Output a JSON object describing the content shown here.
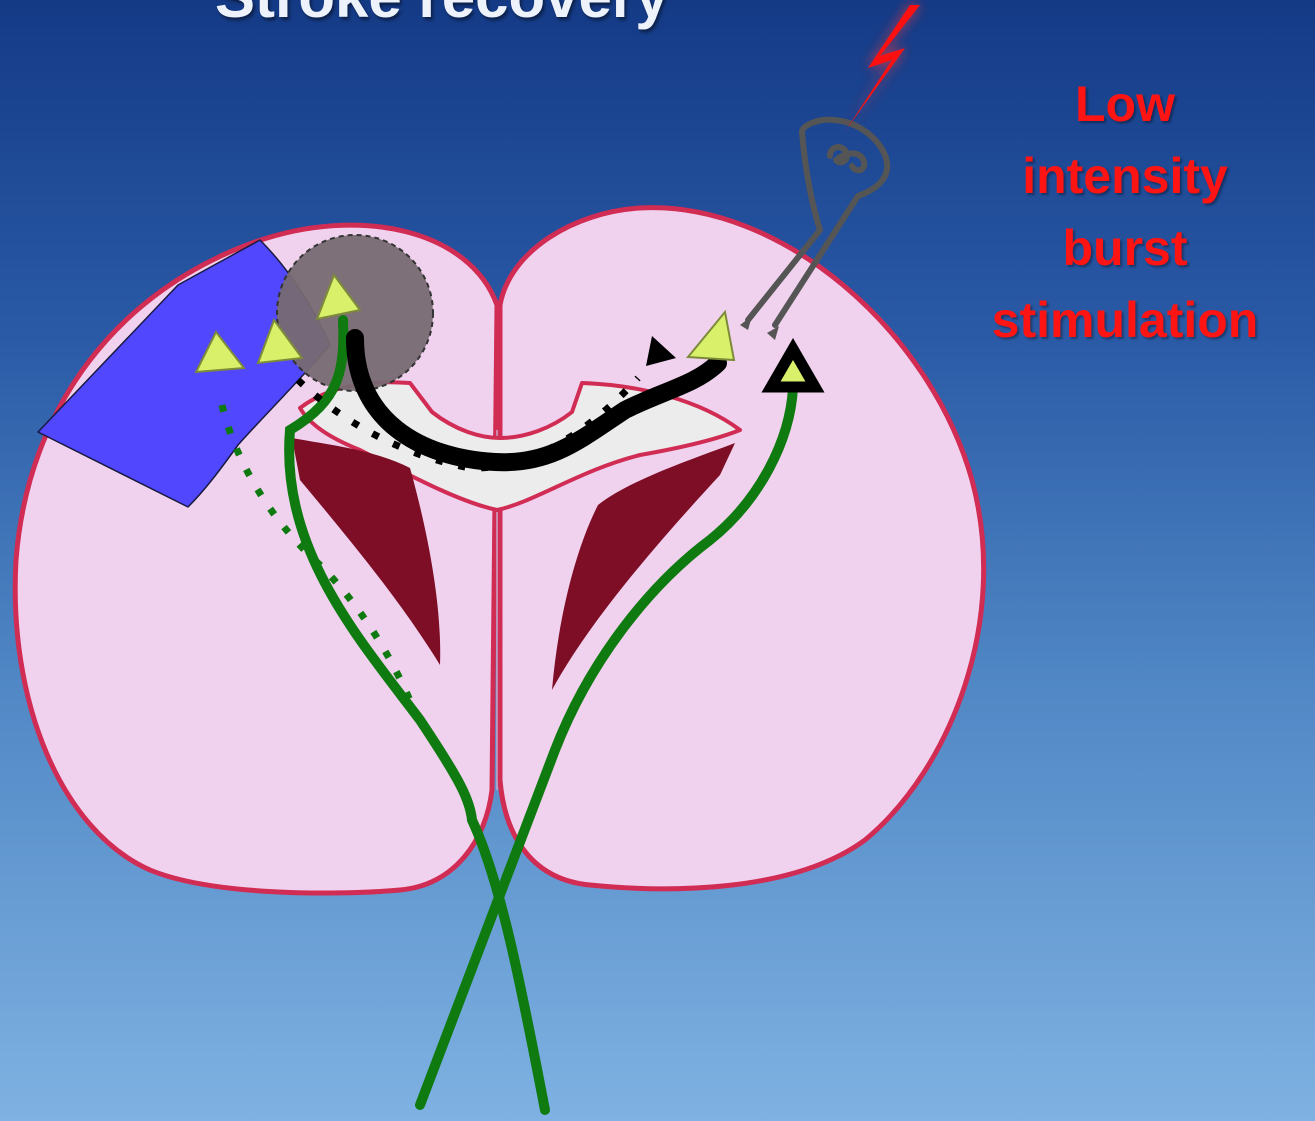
{
  "title": "Stroke recovery",
  "stimulation_label": [
    "Low",
    "intensity",
    "burst",
    "stimulation"
  ],
  "colors": {
    "background_top": "#143a86",
    "background_bottom": "#7fb2e2",
    "hemisphere_fill": "#f0d2ee",
    "hemisphere_outline": "#d02c54",
    "ventricle": "#7e0d26",
    "corpus_callosum": "#ececec",
    "infarct_area": "#5047ff",
    "lesion_core": "#776a72",
    "pyramidal_neuron": "#d8f06a",
    "corticospinal_tract": "#0f7a0f",
    "callosal_pathway": "#000000",
    "stimulus_label": "#ff1414",
    "lightning": "#ff1010",
    "electrode": "#555555"
  },
  "icons": {
    "stimulus": "lightning-bolt-icon",
    "electrode": "stimulating-electrode-icon",
    "neuron": "triangle-neuron-icon"
  }
}
